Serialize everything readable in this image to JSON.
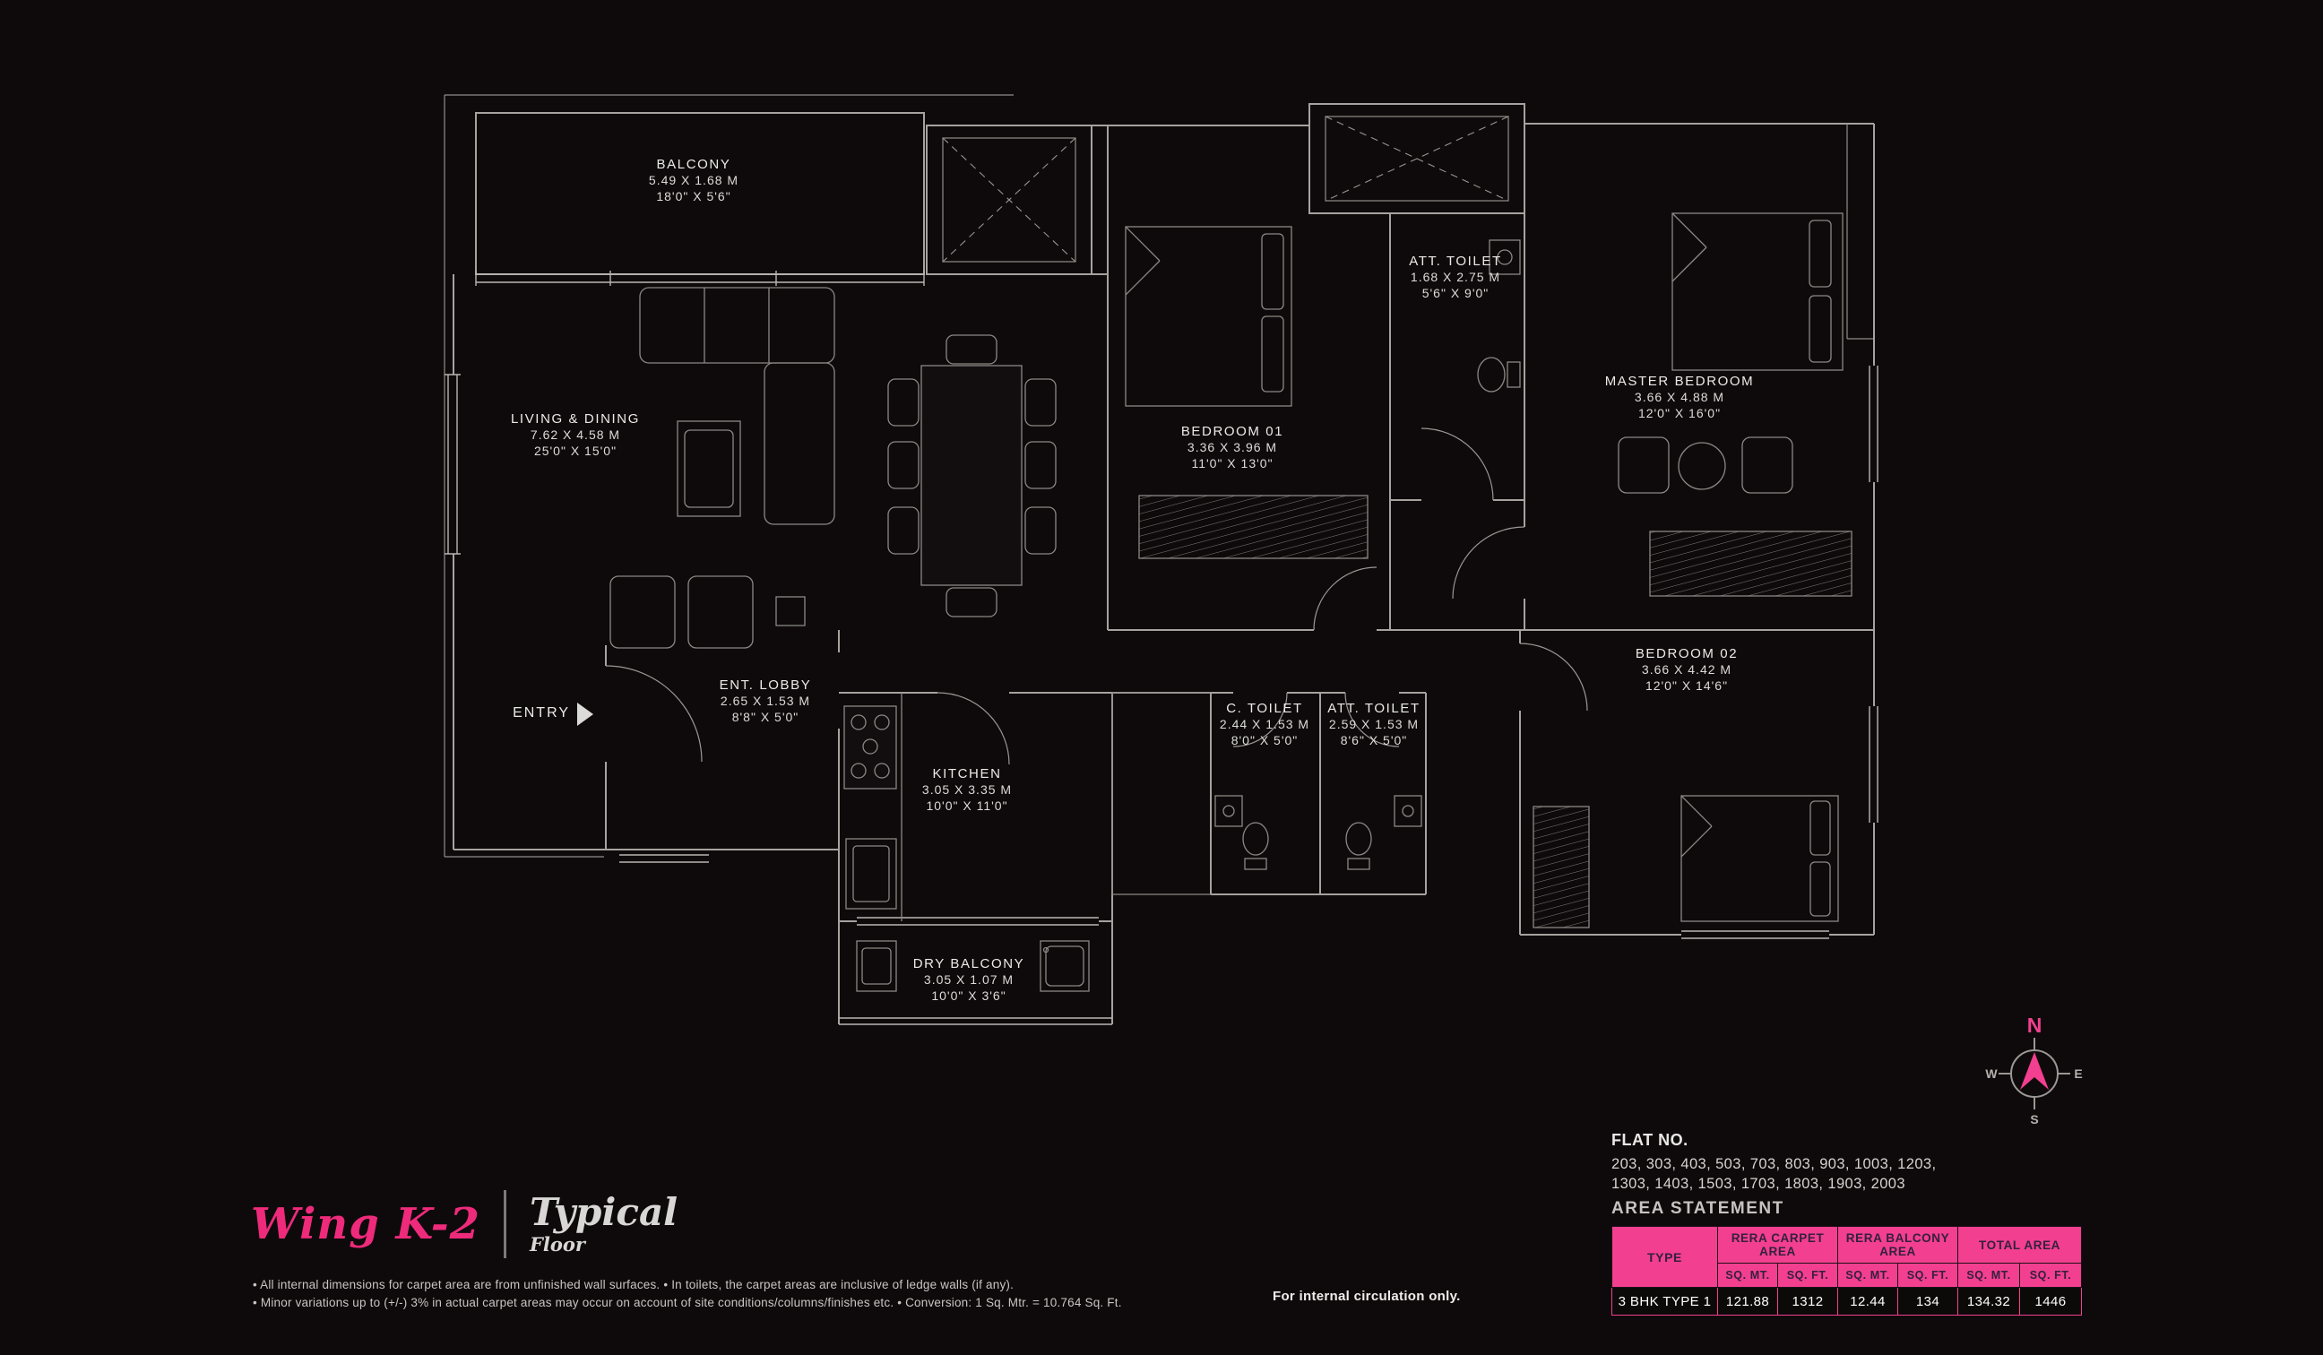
{
  "colors": {
    "background": "#0e0a0b",
    "accent_pink": "#f23f8f",
    "brand_pink": "#ee2a7b",
    "plan_line": "#a6a29f",
    "table_header_text": "#33203f"
  },
  "rooms": {
    "balcony": {
      "name": "BALCONY",
      "metric": "5.49 X 1.68 M",
      "imperial": "18'0\" X 5'6\""
    },
    "living": {
      "name": "LIVING & DINING",
      "metric": "7.62 X 4.58 M",
      "imperial": "25'0\" X 15'0\""
    },
    "bedroom01": {
      "name": "BEDROOM 01",
      "metric": "3.36 X 3.96 M",
      "imperial": "11'0\" X 13'0\""
    },
    "att_toilet_top": {
      "name": "ATT. TOILET",
      "metric": "1.68 X 2.75 M",
      "imperial": "5'6\" X 9'0\""
    },
    "master": {
      "name": "MASTER BEDROOM",
      "metric": "3.66 X 4.88 M",
      "imperial": "12'0\" X 16'0\""
    },
    "lobby": {
      "name": "ENT. LOBBY",
      "metric": "2.65 X 1.53 M",
      "imperial": "8'8\" X 5'0\""
    },
    "kitchen": {
      "name": "KITCHEN",
      "metric": "3.05 X 3.35 M",
      "imperial": "10'0\" X 11'0\""
    },
    "c_toilet": {
      "name": "C. TOILET",
      "metric": "2.44 X 1.53 M",
      "imperial": "8'0\" X 5'0\""
    },
    "att_toilet2": {
      "name": "ATT. TOILET",
      "metric": "2.59 X 1.53 M",
      "imperial": "8'6\" X 5'0\""
    },
    "bedroom02": {
      "name": "BEDROOM 02",
      "metric": "3.66 X 4.42 M",
      "imperial": "12'0\" X 14'6\""
    },
    "dry_balcony": {
      "name": "DRY BALCONY",
      "metric": "3.05 X 1.07 M",
      "imperial": "10'0\" X 3'6\""
    }
  },
  "entry_label": "ENTRY",
  "branding": {
    "wing": "Wing K-2",
    "floor_style": "Typical",
    "floor_word": "Floor"
  },
  "notes": {
    "line1": "• All internal dimensions for carpet area are from unfinished wall surfaces. • In toilets, the carpet areas are inclusive of ledge walls (if any).",
    "line2": "• Minor variations up to (+/-) 3% in actual carpet areas may occur on account of site conditions/columns/finishes etc. • Conversion: 1 Sq. Mtr. = 10.764 Sq. Ft."
  },
  "circulation_note": "For internal circulation only.",
  "flat_no": {
    "title": "FLAT NO.",
    "line1": "203, 303, 403, 503, 703, 803, 903, 1003, 1203,",
    "line2": "1303, 1403, 1503, 1703, 1803, 1903, 2003"
  },
  "area_statement": {
    "title": "AREA STATEMENT",
    "headers": {
      "type": "TYPE",
      "carpet": "RERA CARPET AREA",
      "balcony": "RERA BALCONY AREA",
      "total": "TOTAL AREA",
      "sq_mt": "SQ. MT.",
      "sq_ft": "SQ. FT."
    },
    "row": {
      "type": "3 BHK TYPE 1",
      "carpet_sq_mt": "121.88",
      "carpet_sq_ft": "1312",
      "balcony_sq_mt": "12.44",
      "balcony_sq_ft": "134",
      "total_sq_mt": "134.32",
      "total_sq_ft": "1446"
    }
  },
  "compass": {
    "n": "N",
    "e": "E",
    "s": "S",
    "w": "W"
  }
}
